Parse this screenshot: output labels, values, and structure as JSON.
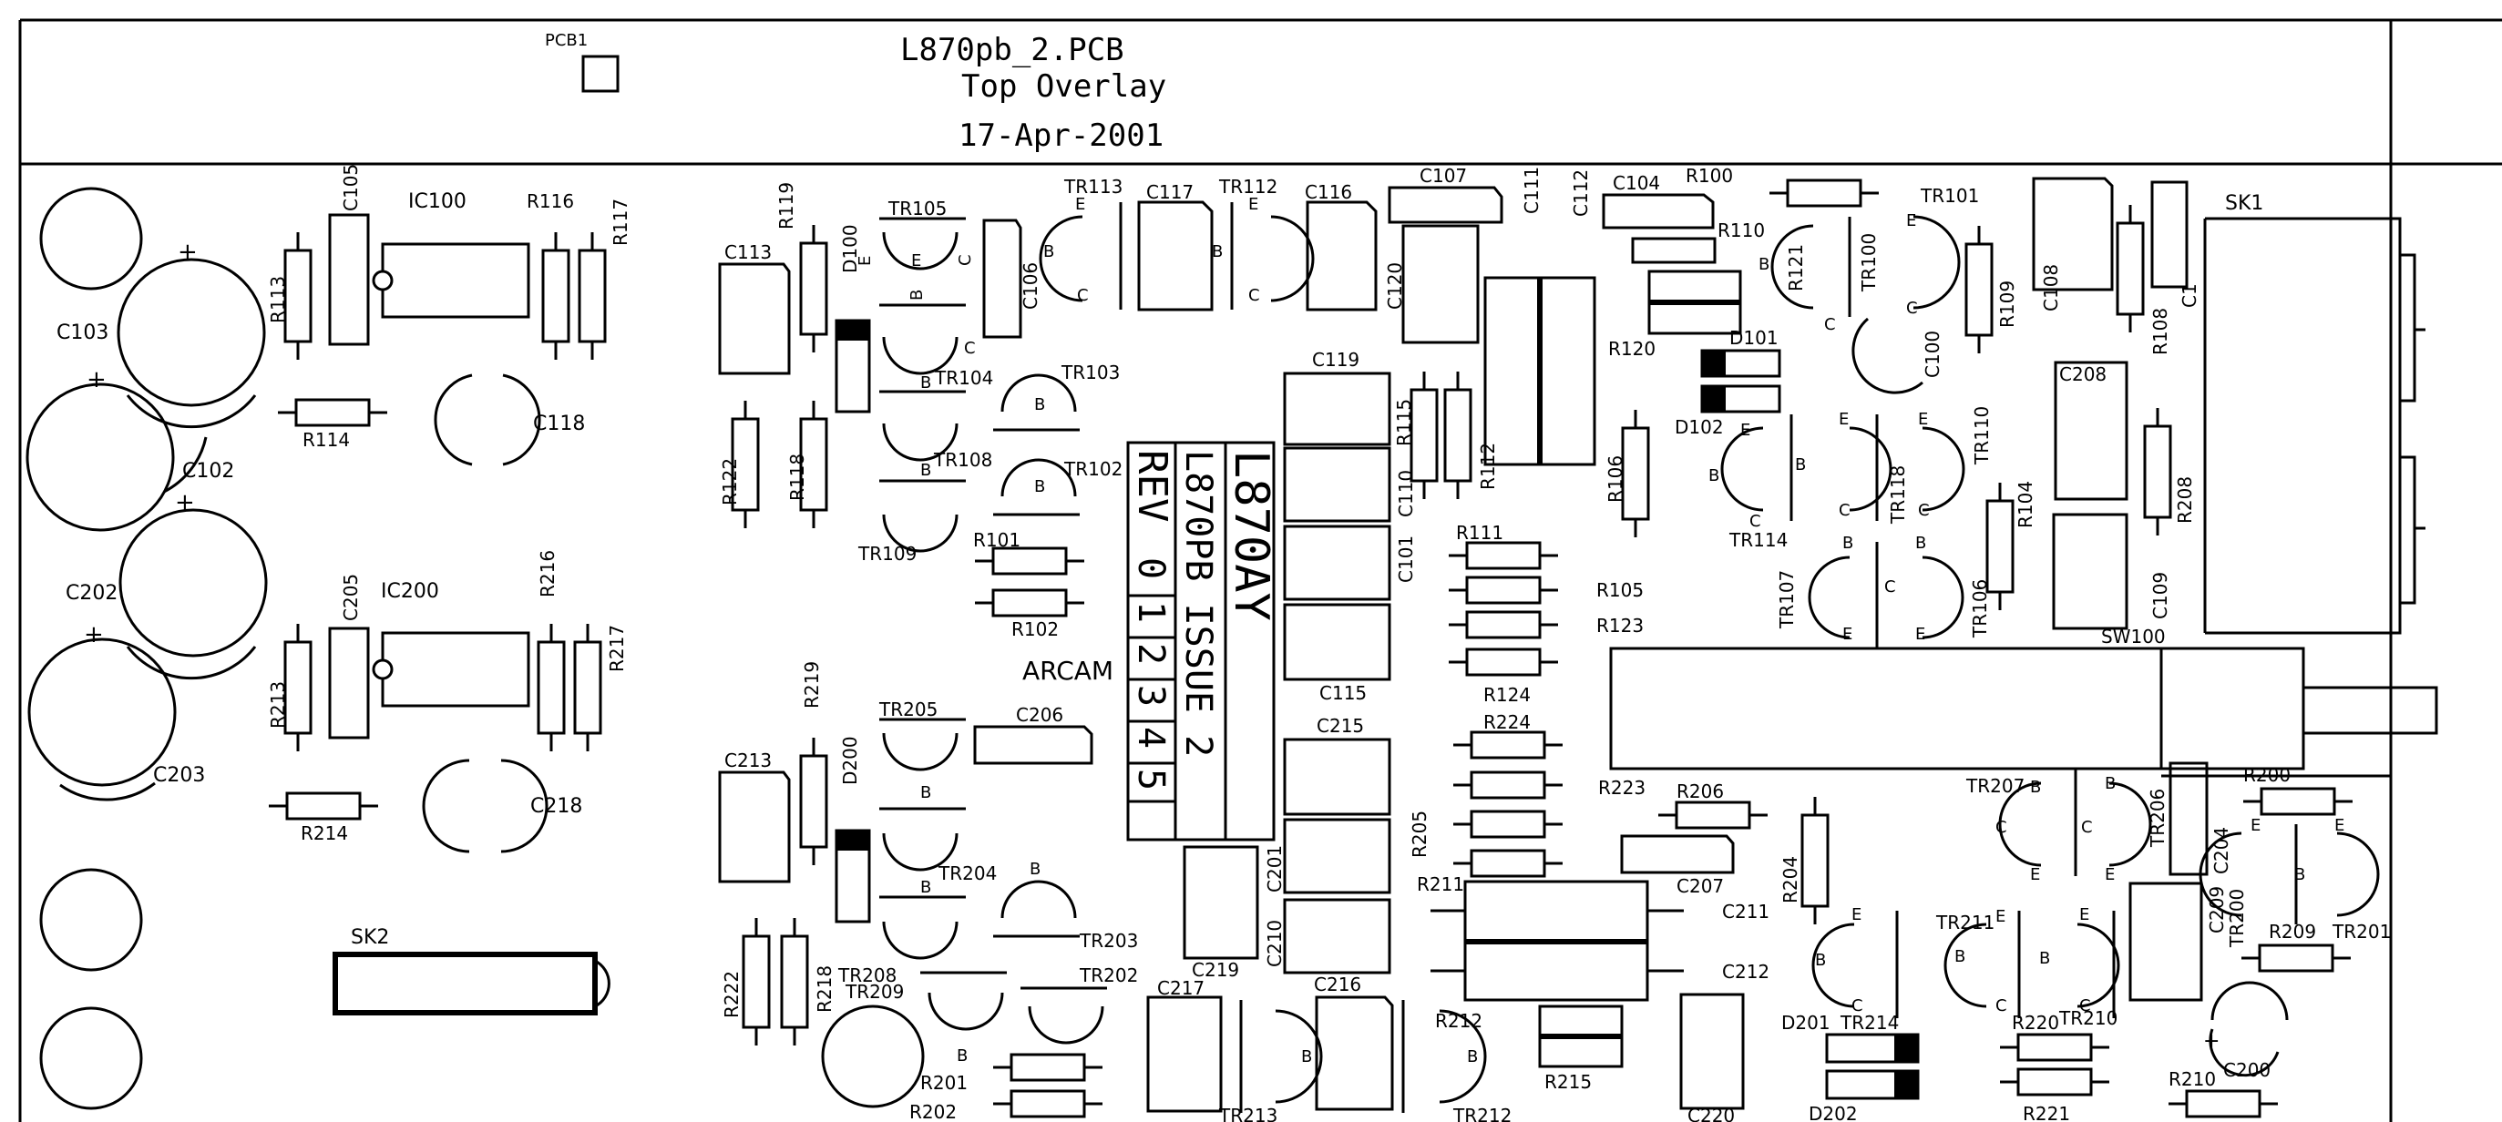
{
  "title_block": {
    "filename": "L870pb_2.PCB",
    "layer": "Top Overlay",
    "date": "17-Apr-2001",
    "pcb_ref": "PCB1"
  },
  "brand_label": "ARCAM",
  "id_block": {
    "rows": [
      "REV",
      "L870PB ISSUE 2",
      "L870AY"
    ],
    "rev_numbers": [
      "0",
      "1",
      "2",
      "3",
      "4",
      "5"
    ]
  },
  "upper_channel": {
    "ic": "IC100",
    "caps": [
      "C103",
      "C102",
      "C105",
      "C118",
      "C113",
      "C106",
      "C117",
      "C116",
      "C107",
      "C111",
      "C112",
      "C104",
      "C120",
      "C119",
      "C110",
      "C101",
      "C115",
      "C108",
      "C1",
      "C100",
      "C208",
      "C109"
    ],
    "resistors": [
      "R113",
      "R116",
      "R117",
      "R114",
      "R119",
      "R122",
      "R118",
      "R101",
      "R102",
      "R115",
      "R112",
      "R111",
      "R105",
      "R123",
      "R124",
      "R100",
      "R110",
      "R120",
      "R121",
      "R106",
      "R109",
      "R108",
      "R104",
      "R208"
    ],
    "transistors": [
      "TR105",
      "TR104",
      "TR103",
      "TR108",
      "TR102",
      "TR109",
      "TR113",
      "TR112",
      "TR101",
      "TR100",
      "TR114",
      "TR110",
      "TR118",
      "TR107",
      "TR106"
    ],
    "diodes": [
      "D100",
      "D101",
      "D102"
    ],
    "connectors": [
      "SK1"
    ],
    "switches": [
      "SW100"
    ]
  },
  "lower_channel": {
    "ic": "IC200",
    "caps": [
      "C202",
      "C203",
      "C205",
      "C218",
      "C213",
      "C206",
      "C215",
      "C201",
      "C210",
      "C219",
      "C217",
      "C216",
      "C207",
      "C211",
      "C212",
      "C220",
      "C209",
      "C204",
      "C200"
    ],
    "resistors": [
      "R213",
      "R216",
      "R217",
      "R214",
      "R219",
      "R222",
      "R218",
      "R201",
      "R202",
      "R205",
      "R224",
      "R211",
      "R212",
      "R215",
      "R223",
      "R206",
      "R204",
      "R200",
      "R209",
      "R220",
      "R221",
      "R210"
    ],
    "transistors": [
      "TR205",
      "TR204",
      "TR203",
      "TR208",
      "TR209",
      "TR202",
      "TR213",
      "TR212",
      "TR214",
      "TR211",
      "TR210",
      "TR207",
      "TR206",
      "TR200",
      "TR201"
    ],
    "diodes": [
      "D200",
      "D201",
      "D202"
    ],
    "connectors": [
      "SK2"
    ]
  },
  "pin_marks": {
    "emitter": "E",
    "base": "B",
    "collector": "C",
    "plus": "+"
  }
}
